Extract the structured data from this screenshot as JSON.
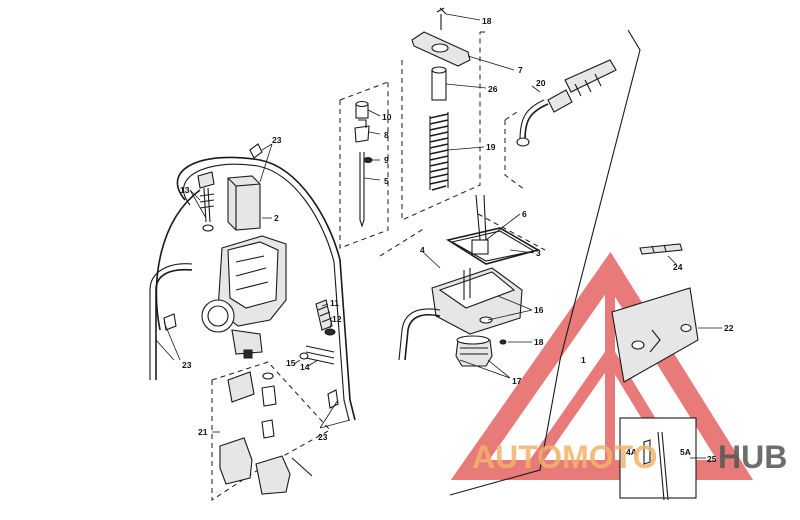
{
  "callouts": {
    "c18a": "18",
    "c7": "7",
    "c26": "26",
    "c20": "20",
    "c19": "19",
    "c10": "10",
    "c8": "8",
    "c9": "9",
    "c5": "5",
    "c23a": "23",
    "c13": "13",
    "c2": "2",
    "c6": "6",
    "c3": "3",
    "c4": "4",
    "c24": "24",
    "c11": "11",
    "c12": "12",
    "c16": "16",
    "c22": "22",
    "c18b": "18",
    "c15": "15",
    "c14": "14",
    "c23b": "23",
    "c17": "17",
    "c1": "1",
    "c21": "21",
    "c23c": "23",
    "c4a": "4A",
    "c5a": "5A",
    "c25": "25"
  },
  "watermark": {
    "text_a": "AUTOMOTO",
    "text_b": "HUB",
    "color_orange": "#f2b36b",
    "color_gray": "#555555",
    "color_red": "#e45a5a"
  }
}
